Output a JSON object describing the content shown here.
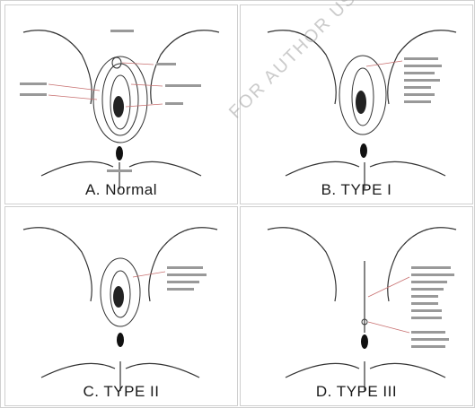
{
  "panels": [
    {
      "caption": "A. Normal"
    },
    {
      "caption": "B. TYPE I"
    },
    {
      "caption": "C. TYPE II"
    },
    {
      "caption": "D. TYPE III"
    }
  ],
  "watermark": "FOR AUTHOR USE ONLY"
}
